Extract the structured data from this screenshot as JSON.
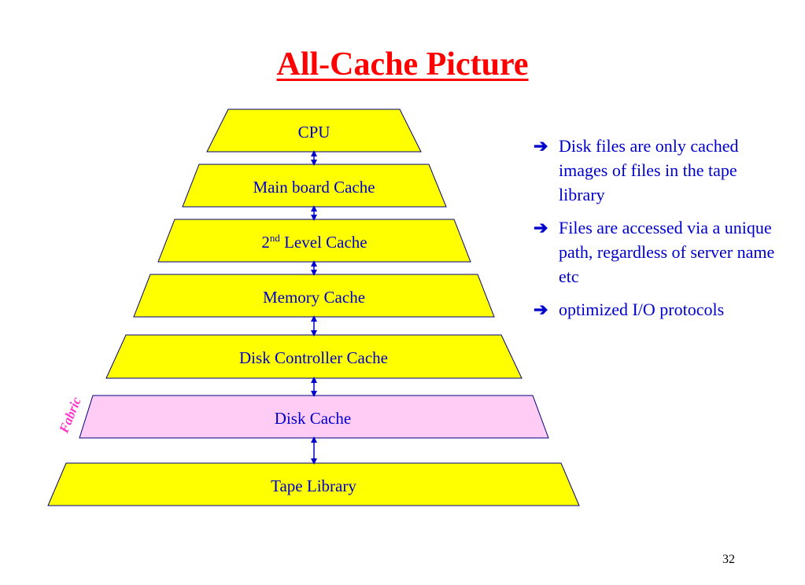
{
  "title": "All-Cache Picture",
  "colors": {
    "title": "#ff0000",
    "layer": "#ffff00",
    "fabric_layer": "#ffccf5",
    "arrow": "#0000cc",
    "text": "#0000cc",
    "fabric_label": "#ff33cc"
  },
  "layers": [
    {
      "label": "CPU",
      "superscript": "",
      "suffix": "",
      "fill": "#ffff00"
    },
    {
      "label": "Main board Cache",
      "superscript": "",
      "suffix": "",
      "fill": "#ffff00"
    },
    {
      "label": "2",
      "superscript": "nd",
      "suffix": " Level Cache",
      "fill": "#ffff00"
    },
    {
      "label": "Memory Cache",
      "superscript": "",
      "suffix": "",
      "fill": "#ffff00"
    },
    {
      "label": "Disk Controller Cache",
      "superscript": "",
      "suffix": "",
      "fill": "#ffff00"
    },
    {
      "label": "Disk Cache",
      "superscript": "",
      "suffix": "",
      "fill": "#ffccf5"
    },
    {
      "label": "Tape Library",
      "superscript": "",
      "suffix": "",
      "fill": "#ffff00"
    }
  ],
  "fabric_label": "Fabric",
  "bullets": [
    "Disk files are only cached images of files in the tape library",
    "Files are accessed via a unique path, regardless of server name etc",
    "optimized I/O protocols"
  ],
  "bullet_icon": "right-arrow-icon",
  "bullet_glyph": "➔",
  "page_number": "32"
}
